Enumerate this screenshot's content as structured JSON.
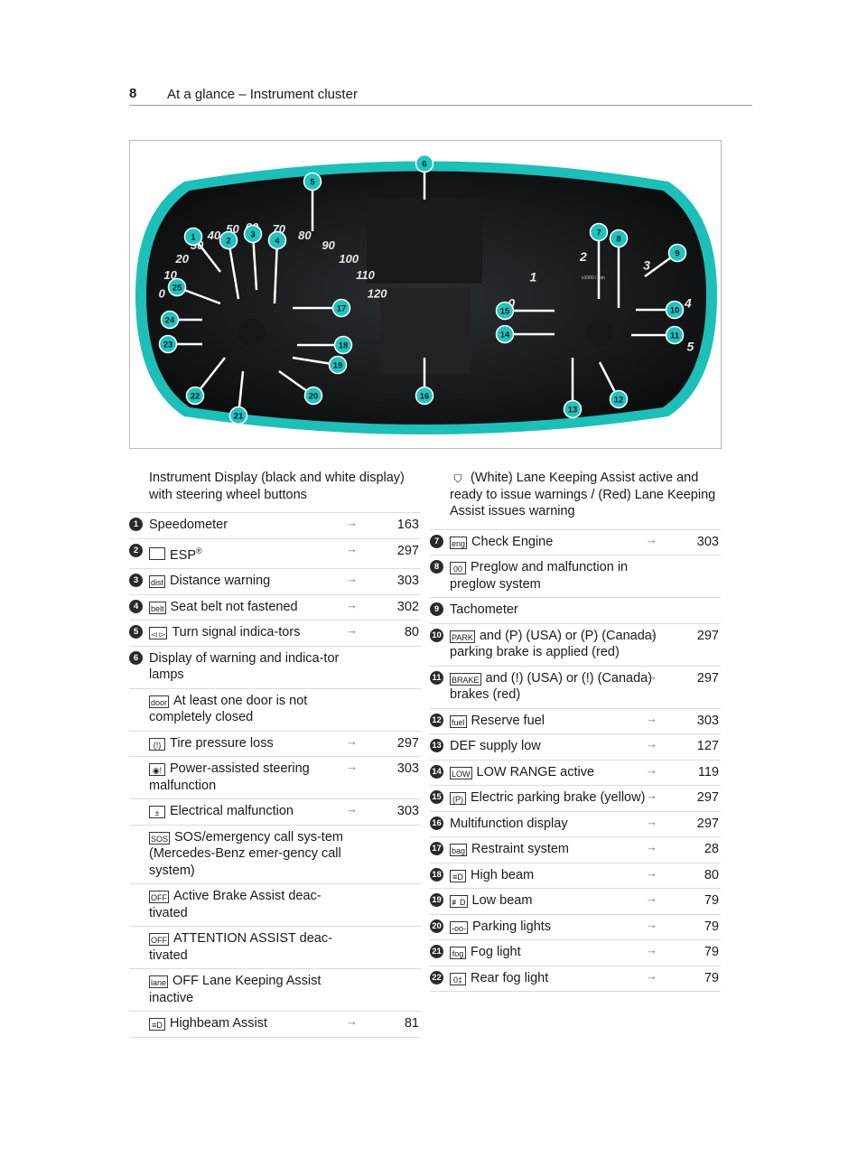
{
  "header": {
    "page_number": "8",
    "title": "At a glance – Instrument cluster"
  },
  "figure": {
    "speed_ticks": [
      "0",
      "10",
      "20",
      "30",
      "40",
      "50",
      "60",
      "70",
      "80",
      "90",
      "100",
      "110",
      "120"
    ],
    "tach_ticks": [
      "0",
      "1",
      "2",
      "3",
      "4",
      "5"
    ],
    "tach_unit": "x1000 / min",
    "callouts": [
      "1",
      "2",
      "3",
      "4",
      "5",
      "6",
      "7",
      "8",
      "9",
      "10",
      "11",
      "12",
      "13",
      "14",
      "15",
      "16",
      "17",
      "18",
      "19",
      "20",
      "21",
      "22",
      "23",
      "24",
      "25"
    ]
  },
  "left": {
    "intro": "Instrument Display (black and white display) with steering wheel buttons",
    "rows": [
      {
        "num": "1",
        "icon": "",
        "text": "Speedometer",
        "arrow": "→",
        "page": "163"
      },
      {
        "num": "2",
        "icon": "ESP-off",
        "text": "ESP",
        "sup": "®",
        "arrow": "→",
        "page": "297"
      },
      {
        "num": "3",
        "icon": "dist",
        "text": "Distance warning",
        "arrow": "→",
        "page": "303"
      },
      {
        "num": "4",
        "icon": "belt",
        "text": "Seat belt not fastened",
        "arrow": "→",
        "page": "302"
      },
      {
        "num": "5",
        "icon": "◅ ▻",
        "text": "Turn signal indica-tors",
        "arrow": "→",
        "page": "80"
      },
      {
        "num": "6",
        "icon": "",
        "text": "Display of warning and indica-tor lamps",
        "arrow": "",
        "page": ""
      },
      {
        "num": "",
        "icon": "door",
        "text": "At least one door is not completely closed",
        "arrow": "",
        "page": ""
      },
      {
        "num": "",
        "icon": "(!)",
        "text": "Tire pressure loss",
        "arrow": "→",
        "page": "297"
      },
      {
        "num": "",
        "icon": "◉!",
        "text": "Power-assisted steering malfunction",
        "arrow": "→",
        "page": "303"
      },
      {
        "num": "",
        "icon": "±",
        "text": "Electrical malfunction",
        "arrow": "→",
        "page": "303"
      },
      {
        "num": "",
        "icon": "SOS",
        "text": "SOS/emergency call sys-tem (Mercedes-Benz emer-gency call system)",
        "arrow": "",
        "page": ""
      },
      {
        "num": "",
        "icon": "OFF",
        "text": "Active Brake Assist deac-tivated",
        "arrow": "",
        "page": ""
      },
      {
        "num": "",
        "icon": "OFF",
        "text": "ATTENTION ASSIST deac-tivated",
        "arrow": "",
        "page": ""
      },
      {
        "num": "",
        "icon": "lane",
        "text": "OFF Lane Keeping Assist inactive",
        "arrow": "",
        "page": ""
      },
      {
        "num": "",
        "icon": "≡D",
        "text": "Highbeam Assist",
        "arrow": "→",
        "page": "81"
      }
    ]
  },
  "right": {
    "intro": "(White) Lane Keeping Assist active and ready to issue warnings / (Red) Lane Keeping Assist issues warning",
    "rows": [
      {
        "num": "7",
        "icon": "eng",
        "text": "Check Engine",
        "arrow": "→",
        "page": "303"
      },
      {
        "num": "8",
        "icon": "00",
        "text": "Preglow and malfunction in preglow system",
        "arrow": "",
        "page": ""
      },
      {
        "num": "9",
        "icon": "",
        "text": "Tachometer",
        "arrow": "",
        "page": ""
      },
      {
        "num": "10",
        "icon": "PARK",
        "text": "and (P) (USA) or (P) (Canada) parking brake is applied (red)",
        "arrow": "→",
        "page": "297"
      },
      {
        "num": "11",
        "icon": "BRAKE",
        "text": "and (!) (USA) or (!) (Canada) brakes (red)",
        "arrow": "→",
        "page": "297"
      },
      {
        "num": "12",
        "icon": "fuel",
        "text": "Reserve fuel",
        "arrow": "→",
        "page": "303"
      },
      {
        "num": "13",
        "icon": "",
        "text": "DEF supply low",
        "arrow": "→",
        "page": "127"
      },
      {
        "num": "14",
        "icon": "LOW",
        "text": "LOW RANGE active",
        "arrow": "→",
        "page": "119"
      },
      {
        "num": "15",
        "icon": "(P)",
        "text": "Electric parking brake (yellow)",
        "arrow": "→",
        "page": "297"
      },
      {
        "num": "16",
        "icon": "",
        "text": "Multifunction display",
        "arrow": "→",
        "page": "297"
      },
      {
        "num": "17",
        "icon": "bag",
        "text": "Restraint system",
        "arrow": "→",
        "page": "28"
      },
      {
        "num": "18",
        "icon": "≡D",
        "text": "High beam",
        "arrow": "→",
        "page": "80"
      },
      {
        "num": "19",
        "icon": "≢D",
        "text": "Low beam",
        "arrow": "→",
        "page": "79"
      },
      {
        "num": "20",
        "icon": "-oo-",
        "text": "Parking lights",
        "arrow": "→",
        "page": "79"
      },
      {
        "num": "21",
        "icon": "fog",
        "text": "Fog light",
        "arrow": "→",
        "page": "79"
      },
      {
        "num": "22",
        "icon": "0‡",
        "text": "Rear fog light",
        "arrow": "→",
        "page": "79"
      }
    ]
  }
}
